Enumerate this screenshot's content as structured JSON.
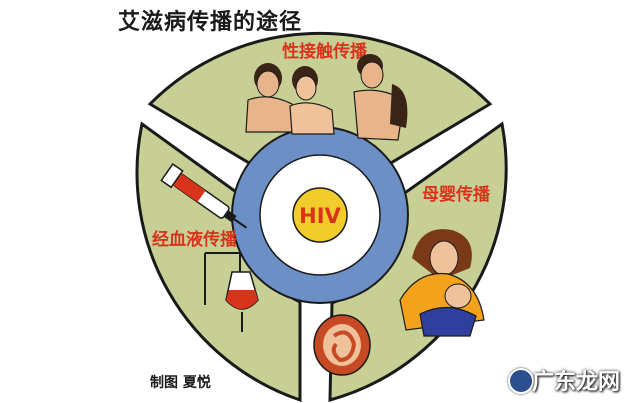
{
  "title": "艾滋病传播的途径",
  "center": {
    "label": "HIV"
  },
  "routes": [
    {
      "label": "性接触传播"
    },
    {
      "label": "母婴传播"
    },
    {
      "label": "经血液传播"
    }
  ],
  "credit": "制图 夏悦",
  "watermark": "广东龙网",
  "colors": {
    "wedge_fill": "#c8cf94",
    "ring_fill": "#6c8fc6",
    "center_fill": "#f1cc2a",
    "label_red": "#d8341c",
    "outline": "#1a1a1a"
  }
}
